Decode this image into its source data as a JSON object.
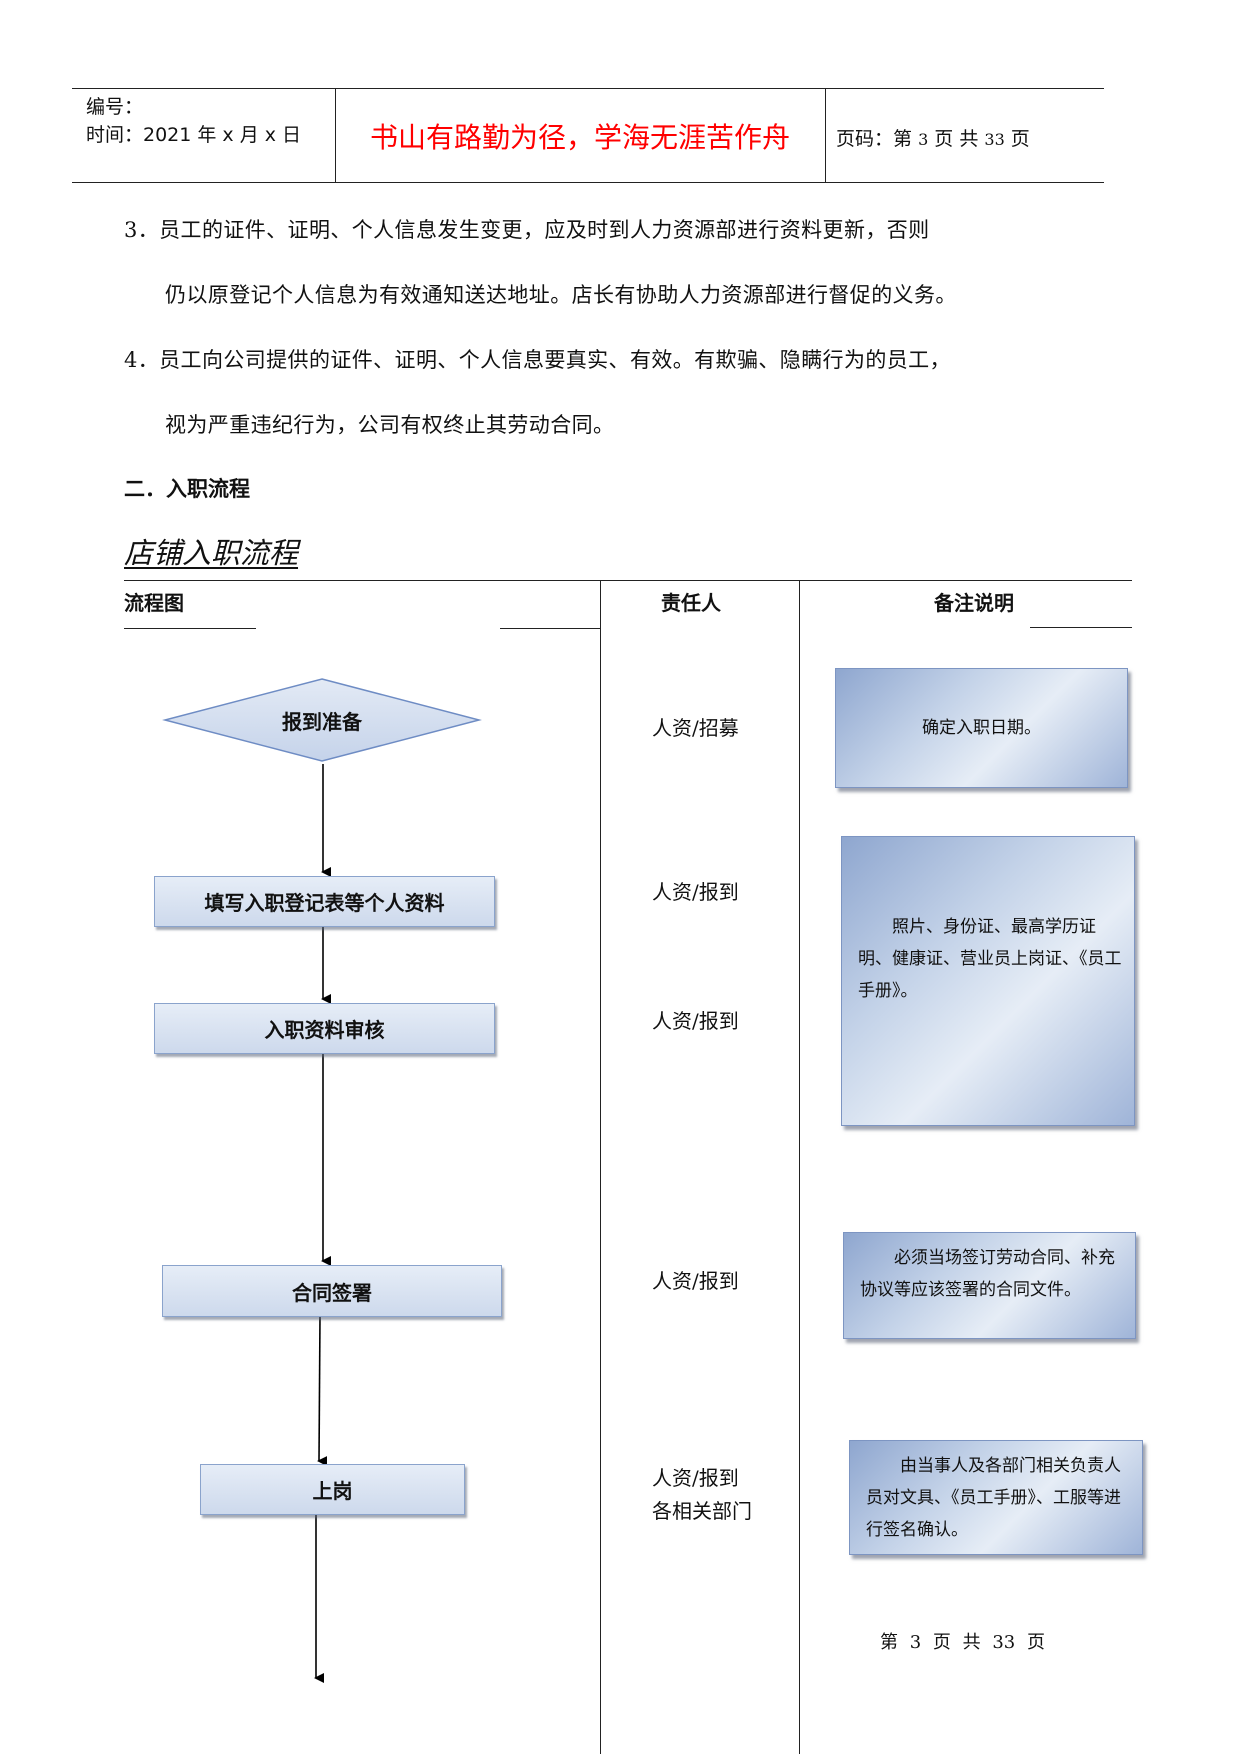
{
  "header": {
    "number_label": "编号：",
    "time_label": "时间：2021 年 x 月 x 日",
    "motto": "书山有路勤为径，学海无涯苦作舟",
    "page_prefix": "页码：第",
    "page_current": "3",
    "page_mid": "页  共",
    "page_total": "33",
    "page_suffix": "页"
  },
  "paragraphs": {
    "item3_line1": "3．员工的证件、证明、个人信息发生变更，应及时到人力资源部进行资料更新，否则",
    "item3_line2": "仍以原登记个人信息为有效通知送达地址。店长有协助人力资源部进行督促的义务。",
    "item4_line1": "4．员工向公司提供的证件、证明、个人信息要真实、有效。有欺骗、隐瞒行为的员工，",
    "item4_line2": "视为严重违纪行为，公司有权终止其劳动合同。"
  },
  "section_heading": "二．入职流程",
  "flow_title": "店铺入职流程",
  "table": {
    "col_flow": "流程图",
    "col_responsible": "责任人",
    "col_notes": "备注说明"
  },
  "steps": [
    {
      "label": "报到准备",
      "responsible": [
        "人资/招募"
      ]
    },
    {
      "label": "填写入职登记表等个人资料",
      "responsible": [
        "人资/报到"
      ]
    },
    {
      "label": "入职资料审核",
      "responsible": [
        "人资/报到"
      ]
    },
    {
      "label": "合同签署",
      "responsible": [
        "人资/报到"
      ]
    },
    {
      "label": "上岗",
      "responsible": [
        "人资/报到",
        "各相关部门"
      ]
    }
  ],
  "notes": [
    "确定入职日期。",
    "照片、身份证、最高学历证明、健康证、营业员上岗证、《员工手册》。",
    "必须当场签订劳动合同、补充协议等应该签署的合同文件。",
    "由当事人及各部门相关负责人员对文具、《员工手册》、工服等进行签名确认。"
  ],
  "footer": "第 3 页 共 33 页",
  "colors": {
    "motto": "#ff0000",
    "box_fill": "#cdd9ec",
    "box_border": "#8aa3cc"
  }
}
